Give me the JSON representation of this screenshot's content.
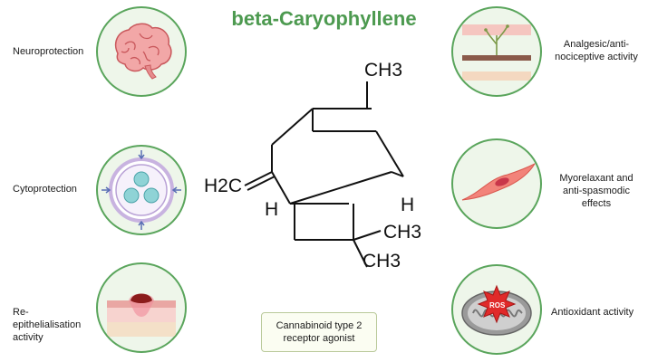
{
  "title": "beta-Caryophyllene",
  "effects": {
    "neuroprotection": "Neuroprotection",
    "cytoprotection": "Cytoprotection",
    "reepithelialisation": "Re-epithelialisation activity",
    "analgesic": "Analgesic/anti-nociceptive activity",
    "myorelaxant": "Myorelaxant and anti-spasmodic effects",
    "antioxidant": "Antioxidant activity"
  },
  "molecule": {
    "ch3_top": "CH3",
    "h2c": "H2C",
    "h_left": "H",
    "h_right": "H",
    "ch3_right": "CH3",
    "ch3_bottom": "CH3"
  },
  "receptor": "Cannabinoid type 2 receptor agonist",
  "ros_label": "ROS",
  "colors": {
    "title": "#4d9a50",
    "circle_border": "#5aa55c",
    "circle_fill": "#eef6ea"
  }
}
